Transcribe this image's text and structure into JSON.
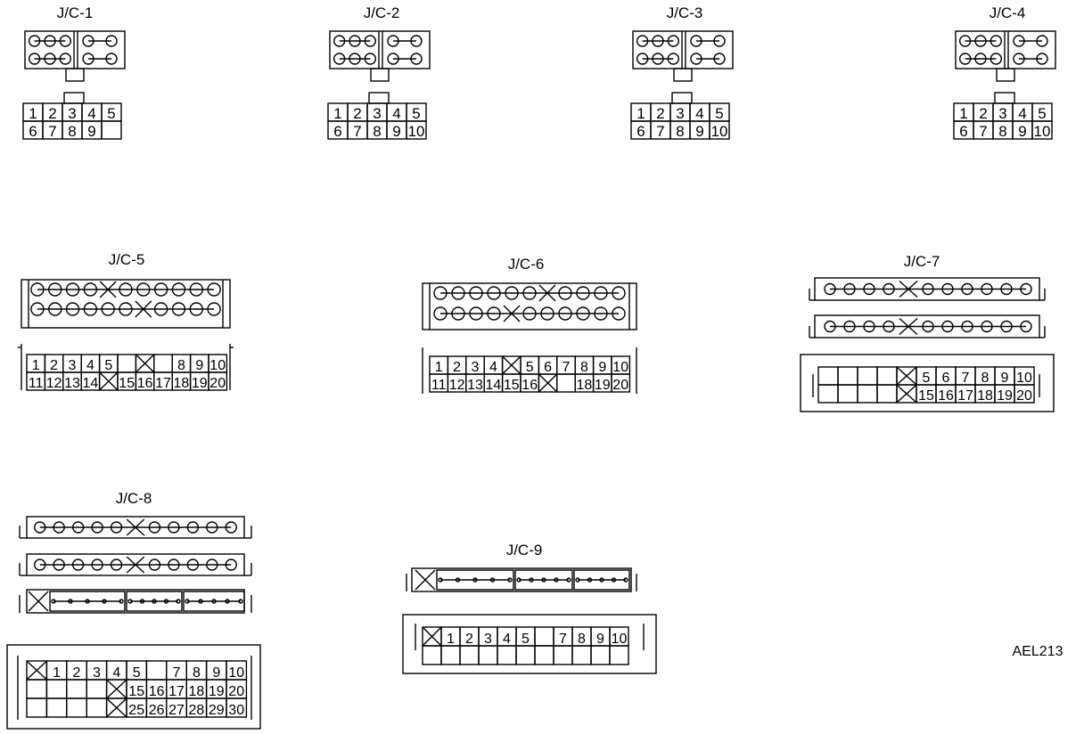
{
  "figure_code": "AEL213",
  "connectors": [
    {
      "id": "jc1",
      "title": "J/C-1",
      "pin_rows": [
        [
          "1",
          "2",
          "3",
          "4",
          "5"
        ],
        [
          "6",
          "7",
          "8",
          "9",
          ""
        ]
      ]
    },
    {
      "id": "jc2",
      "title": "J/C-2",
      "pin_rows": [
        [
          "1",
          "2",
          "3",
          "4",
          "5"
        ],
        [
          "6",
          "7",
          "8",
          "9",
          "10"
        ]
      ]
    },
    {
      "id": "jc3",
      "title": "J/C-3",
      "pin_rows": [
        [
          "1",
          "2",
          "3",
          "4",
          "5"
        ],
        [
          "6",
          "7",
          "8",
          "9",
          "10"
        ]
      ]
    },
    {
      "id": "jc4",
      "title": "J/C-4",
      "pin_rows": [
        [
          "1",
          "2",
          "3",
          "4",
          "5"
        ],
        [
          "6",
          "7",
          "8",
          "9",
          "10"
        ]
      ]
    },
    {
      "id": "jc5",
      "title": "J/C-5",
      "pin_rows": [
        [
          "1",
          "2",
          "3",
          "4",
          "5",
          "",
          "X",
          "",
          "8",
          "9",
          "10"
        ],
        [
          "11",
          "12",
          "13",
          "14",
          "X",
          "15",
          "16",
          "17",
          "18",
          "19",
          "20"
        ]
      ]
    },
    {
      "id": "jc6",
      "title": "J/C-6",
      "pin_rows": [
        [
          "1",
          "2",
          "3",
          "4",
          "X",
          "5",
          "6",
          "7",
          "8",
          "9",
          "10"
        ],
        [
          "11",
          "12",
          "13",
          "14",
          "15",
          "16",
          "X",
          "",
          "18",
          "19",
          "20"
        ]
      ]
    },
    {
      "id": "jc7",
      "title": "J/C-7",
      "pin_rows": [
        [
          "",
          "",
          "",
          "",
          "X",
          "5",
          "6",
          "7",
          "8",
          "9",
          "10"
        ],
        [
          "",
          "",
          "",
          "",
          "X",
          "15",
          "16",
          "17",
          "18",
          "19",
          "20"
        ]
      ]
    },
    {
      "id": "jc8",
      "title": "J/C-8",
      "pin_rows": [
        [
          "X",
          "1",
          "2",
          "3",
          "4",
          "5",
          "",
          "7",
          "8",
          "9",
          "10"
        ],
        [
          "",
          "",
          "",
          "",
          "X",
          "15",
          "16",
          "17",
          "18",
          "19",
          "20"
        ],
        [
          "",
          "",
          "",
          "",
          "X",
          "25",
          "26",
          "27",
          "28",
          "29",
          "30"
        ]
      ]
    },
    {
      "id": "jc9",
      "title": "J/C-9",
      "pin_rows": [
        [
          "X",
          "1",
          "2",
          "3",
          "4",
          "5",
          "",
          "7",
          "8",
          "9",
          "10"
        ],
        [
          "",
          "",
          "",
          "",
          "",
          "",
          "",
          "",
          "",
          "",
          ""
        ]
      ]
    }
  ]
}
